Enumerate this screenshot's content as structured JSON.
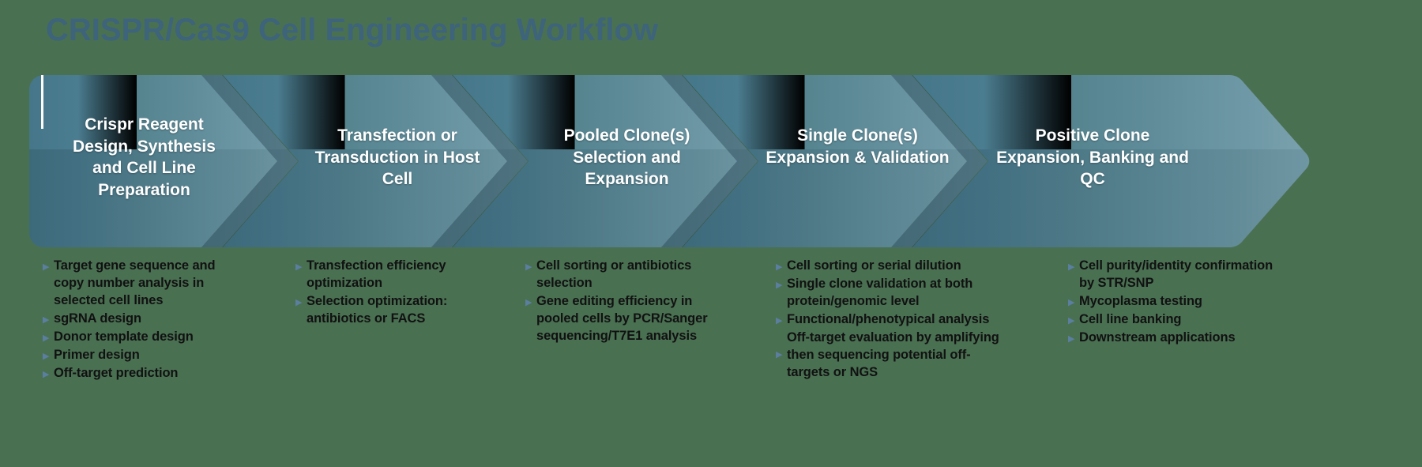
{
  "page": {
    "title": "CRISPR/Cas9 Cell Engineering Workflow",
    "background_color": "#4a7052",
    "title_color": "#3d647a",
    "chevron_color_start": "#417285",
    "chevron_color_end": "#78a0ad",
    "bullet_marker_color": "#5b7fa0",
    "bullet_text_color": "#111111",
    "step_label_color": "#ffffff"
  },
  "steps": [
    {
      "id": "step-1",
      "label": "Crispr Reagent Design, Synthesis and Cell Line Preparation",
      "bullet_marker": "▶",
      "bullets": [
        "Target gene sequence and copy number analysis in selected cell lines",
        "sgRNA design",
        "Donor template design",
        "Primer design",
        "Off-target prediction"
      ]
    },
    {
      "id": "step-2",
      "label": "Transfection or Transduction in Host Cell",
      "bullet_marker": "▶",
      "bullets": [
        "Transfection efficiency optimization",
        "Selection optimization: antibiotics or FACS"
      ]
    },
    {
      "id": "step-3",
      "label": "Pooled Clone(s) Selection and Expansion",
      "bullet_marker": "▶",
      "bullets": [
        "Cell sorting or antibiotics selection",
        "Gene editing efficiency in pooled cells by PCR/Sanger sequencing/T7E1 analysis"
      ]
    },
    {
      "id": "step-4",
      "label": "Single Clone(s) Expansion & Validation",
      "bullet_marker": "▶",
      "bullets": [
        "Cell sorting or serial dilution",
        "Single clone validation at both protein/genomic level",
        "Functional/phenotypical analysis",
        "Off-target evaluation by amplifying then sequencing potential off-targets or NGS"
      ]
    },
    {
      "id": "step-5",
      "label": "Positive Clone Expansion, Banking and QC",
      "bullet_marker": "▶",
      "bullets": [
        "Cell purity/identity confirmation by STR/SNP",
        "Mycoplasma testing",
        "Cell line banking",
        "Downstream applications"
      ]
    }
  ]
}
